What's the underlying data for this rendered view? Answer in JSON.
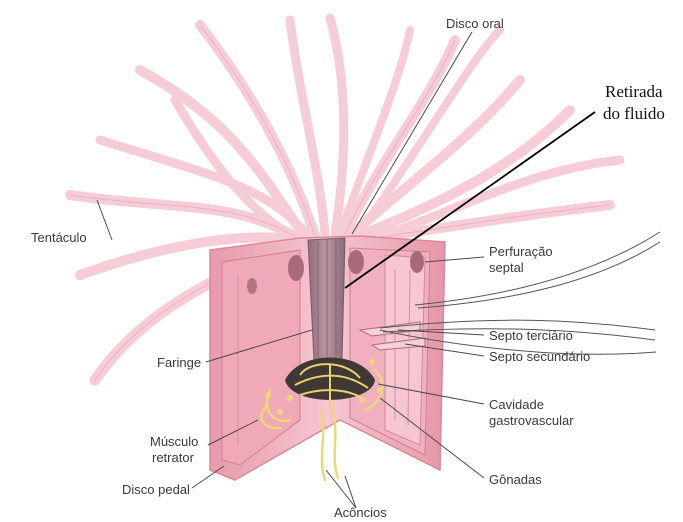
{
  "diagram": {
    "labels": {
      "disco_oral": "Disco oral",
      "retirada_line1": "Retirada",
      "retirada_line2": "do fluido",
      "tentaculo": "Tentáculo",
      "perfuracao_line1": "Perfuração",
      "perfuracao_line2": "septal",
      "septo_terciario": "Septo terciário",
      "septo_secundario": "Septo secundário",
      "faringe": "Faringe",
      "cavidade_line1": "Cavidade",
      "cavidade_line2": "gastrovascular",
      "musculo_line1": "Músculo",
      "musculo_line2": "retrator",
      "gonadas": "Gônadas",
      "disco_pedal": "Disco pedal",
      "aconcios": "Acôncios"
    },
    "colors": {
      "body": "#f2b4c0",
      "body_dark": "#e08f9f",
      "tentacle": "#f7d3dc",
      "pharynx": "#9c7b86",
      "gonad": "#3d3530",
      "aconcia": "#f1e08a",
      "leader": "#4a4a4a",
      "arrow": "#000000"
    }
  }
}
